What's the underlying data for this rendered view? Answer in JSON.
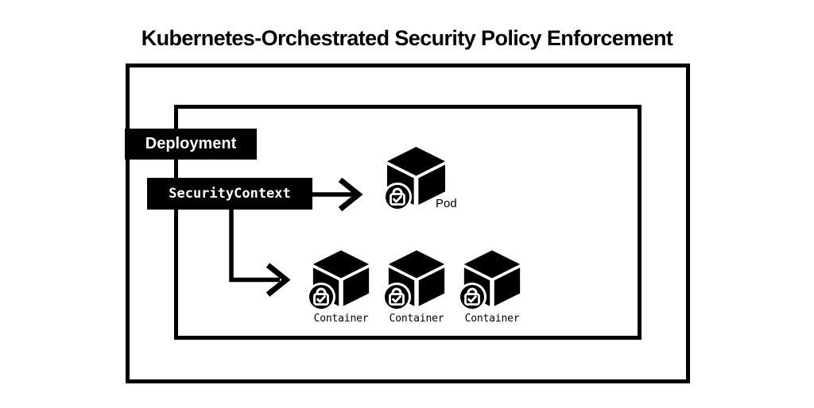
{
  "title": "Kubernetes-Orchestrated Security Policy Enforcement",
  "colors": {
    "ink": "#000000",
    "paper": "#ffffff",
    "tag_background": "#000000",
    "tag_text": "#ffffff"
  },
  "boxes": {
    "outer": "cluster-outer-boundary",
    "inner": "cluster-inner-boundary"
  },
  "deployment": {
    "label": "Deployment"
  },
  "security_context": {
    "label": "SecurityContext"
  },
  "pod": {
    "label": "Pod",
    "icon": "secured-cube-icon"
  },
  "containers": [
    {
      "label": "Container",
      "icon": "secured-cube-icon"
    },
    {
      "label": "Container",
      "icon": "secured-cube-icon"
    },
    {
      "label": "Container",
      "icon": "secured-cube-icon"
    }
  ],
  "icons": {
    "cube": "isometric-cube-icon",
    "badge": "lock-check-badge-icon",
    "arrow_to_pod": "arrow-right-icon",
    "arrow_to_containers": "elbow-arrow-right-icon"
  }
}
